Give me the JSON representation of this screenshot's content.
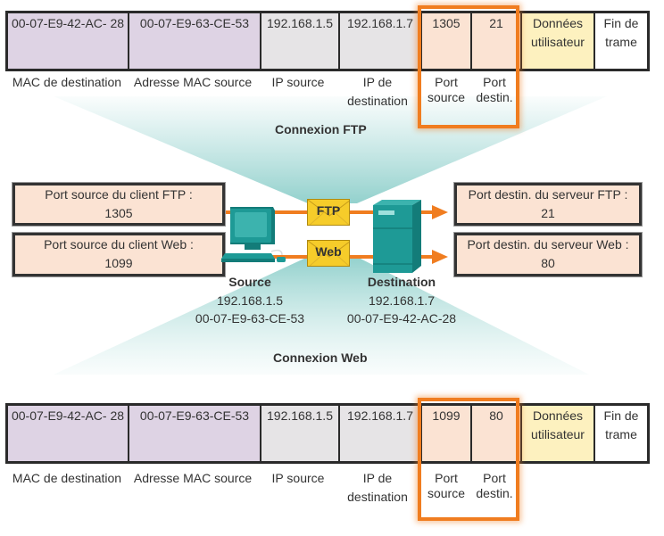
{
  "top_frame": {
    "cells": [
      {
        "value": "00-07-E9-42-AC- 28",
        "label": "MAC de destination"
      },
      {
        "value": "00-07-E9-63-CE-53",
        "label": "Adresse MAC source"
      },
      {
        "value": "192.168.1.5",
        "label": "IP source"
      },
      {
        "value": "192.168.1.7",
        "label_line1": "IP de",
        "label_line2": "destination"
      },
      {
        "value": "1305",
        "label_line1": "Port",
        "label_line2": "source"
      },
      {
        "value": "21",
        "label_line1": "Port",
        "label_line2": "destin."
      },
      {
        "value_line1": "Données",
        "value_line2": "utilisateur"
      },
      {
        "value_line1": "Fin de",
        "value_line2": "trame"
      }
    ]
  },
  "ftp_connection_title": "Connexion FTP",
  "web_connection_title": "Connexion Web",
  "client_ports": {
    "ftp": {
      "label": "Port source du client FTP :",
      "value": "1305"
    },
    "web": {
      "label": "Port source du client Web :",
      "value": "1099"
    }
  },
  "server_ports": {
    "ftp": {
      "label": "Port destin. du serveur FTP :",
      "value": "21"
    },
    "web": {
      "label": "Port destin. du serveur Web :",
      "value": "80"
    }
  },
  "envelopes": {
    "ftp": "FTP",
    "web": "Web"
  },
  "source": {
    "title": "Source",
    "ip": "192.168.1.5",
    "mac": "00-07-E9-63-CE-53"
  },
  "destination": {
    "title": "Destination",
    "ip": "192.168.1.7",
    "mac": "00-07-E9-42-AC-28"
  },
  "bottom_frame": {
    "cells": [
      {
        "value": "00-07-E9-42-AC- 28",
        "label": "MAC de destination"
      },
      {
        "value": "00-07-E9-63-CE-53",
        "label": "Adresse MAC source"
      },
      {
        "value": "192.168.1.5",
        "label": "IP source"
      },
      {
        "value": "192.168.1.7",
        "label_line1": "IP de",
        "label_line2": "destination"
      },
      {
        "value": "1099",
        "label_line1": "Port",
        "label_line2": "source"
      },
      {
        "value": "80",
        "label_line1": "Port",
        "label_line2": "destin."
      },
      {
        "value_line1": "Données",
        "value_line2": "utilisateur"
      },
      {
        "value_line1": "Fin de",
        "value_line2": "trame"
      }
    ]
  },
  "colors": {
    "highlight": "#f07d20",
    "mac_fill": "#ded3e4",
    "ip_fill": "#e6e4e6",
    "port_fill": "#fbe3d3",
    "data_fill": "#fdf1bf",
    "teal": "#1e9a96",
    "envelope": "#f6cc2a"
  }
}
